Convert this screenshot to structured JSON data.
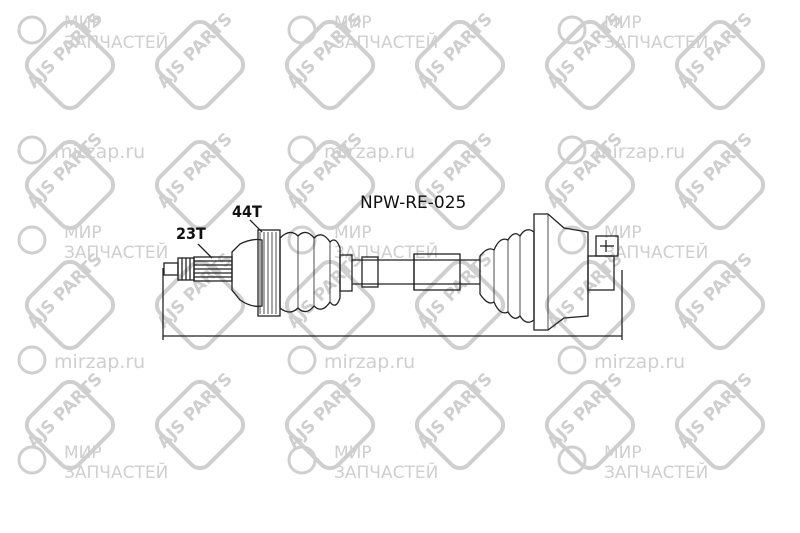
{
  "part_number": "NPW-RE-025",
  "spline_labels": {
    "outer": "23T",
    "abs_ring": "44T"
  },
  "watermarks": {
    "brand_badge_text": "AJS PARTS",
    "site_name_line1": "МИР",
    "site_name_line2": "ЗАПЧАСТЕЙ",
    "site_url": "mirzap.ru"
  },
  "colors": {
    "line": "#222222",
    "watermark": "#cfcfcf"
  }
}
